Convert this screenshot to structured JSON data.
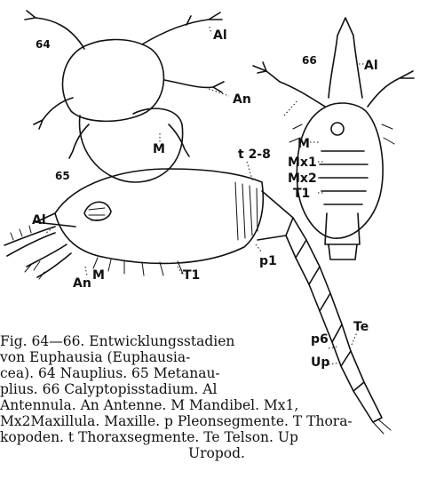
{
  "figure": {
    "numbers": {
      "fig64": "64",
      "fig65": "65",
      "fig66": "66"
    },
    "labels": {
      "f64_al": "Al",
      "f64_an": "An",
      "f64_m": "M",
      "f66_al": "Al",
      "f66_m": "M",
      "f66_mx1": "Mx1",
      "f66_mx2": "Mx2",
      "f66_t1": "T1",
      "f65_t28": "t 2-8",
      "f65_al": "Al",
      "f65_an": "An",
      "f65_m": "M",
      "f65_t1": "T1",
      "f65_p1": "p1",
      "f65_p6": "p6",
      "f65_te": "Te",
      "f65_up": "Up"
    }
  },
  "caption": {
    "lines": [
      "Fig. 64—66. Entwicklungsstadien",
      "von Euphausia (Euphausia-",
      "cea). 64 Nauplius. 65 Metanau-",
      "plius. 66 Calyptopisstadium. Al",
      "Antennula. An Antenne. M Mandibel. Mx1,",
      "Mx2Maxillula. Maxille. p Pleonsegmente. T Thora-",
      "kopoden. t Thoraxsegmente. Te Telson. Up",
      "Uropod."
    ]
  }
}
